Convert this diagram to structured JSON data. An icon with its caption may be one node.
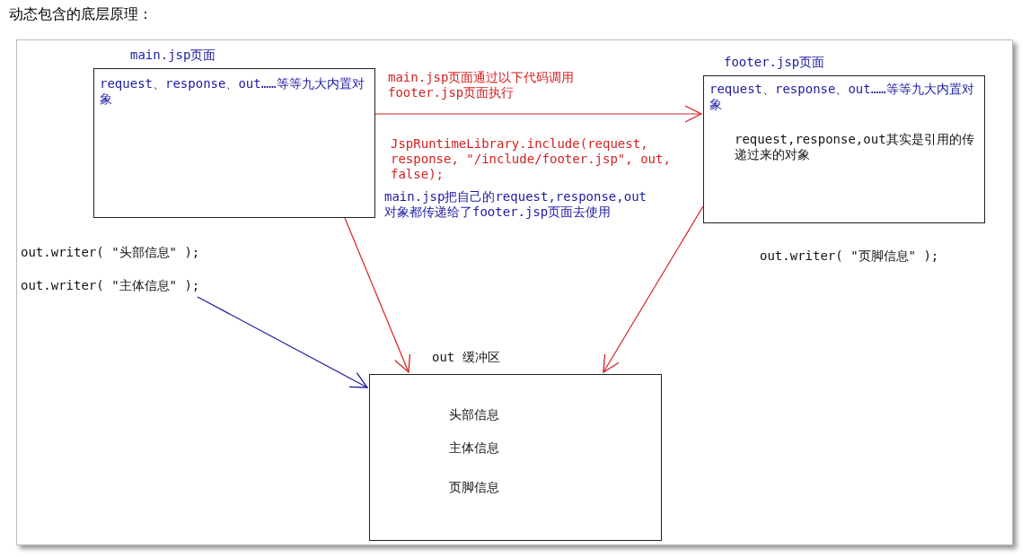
{
  "diagram": {
    "title": "动态包含的底层原理：",
    "nodes": [
      {
        "text": [
          "main.jsp页面",
          "request、response、out……等等九大内置对象"
        ]
      },
      {
        "text": [
          "footer.jsp页面",
          "request、response、out……等等九大内置对象",
          "request,response,out其实是引用的传递过来的对象"
        ]
      },
      {
        "text": [
          "out 缓冲区",
          "头部信息",
          "主体信息",
          "页脚信息"
        ]
      },
      {
        "text": [
          "out.writer( \"主体信息\" );"
        ]
      }
    ],
    "edges": [
      {
        "from": 0,
        "to": 1,
        "arrow": "to",
        "label": "main.jsp页面通过以下代码调用footer.jsp页面执行"
      },
      {
        "from": 0,
        "to": 2,
        "arrow": "to"
      },
      {
        "from": 1,
        "to": 2,
        "arrow": "to"
      },
      {
        "from": 3,
        "to": 2,
        "arrow": "to",
        "color": "#1a1aa0"
      }
    ],
    "labels": [
      "out.writer( \"头部信息\" );",
      "JspRuntimeLibrary.include(request, response, \"/include/footer.jsp\", out, false);",
      "main.jsp把自己的request,response,out对象都传递给了footer.jsp页面去使用",
      "out.writer( \"页脚信息\" );"
    ]
  }
}
